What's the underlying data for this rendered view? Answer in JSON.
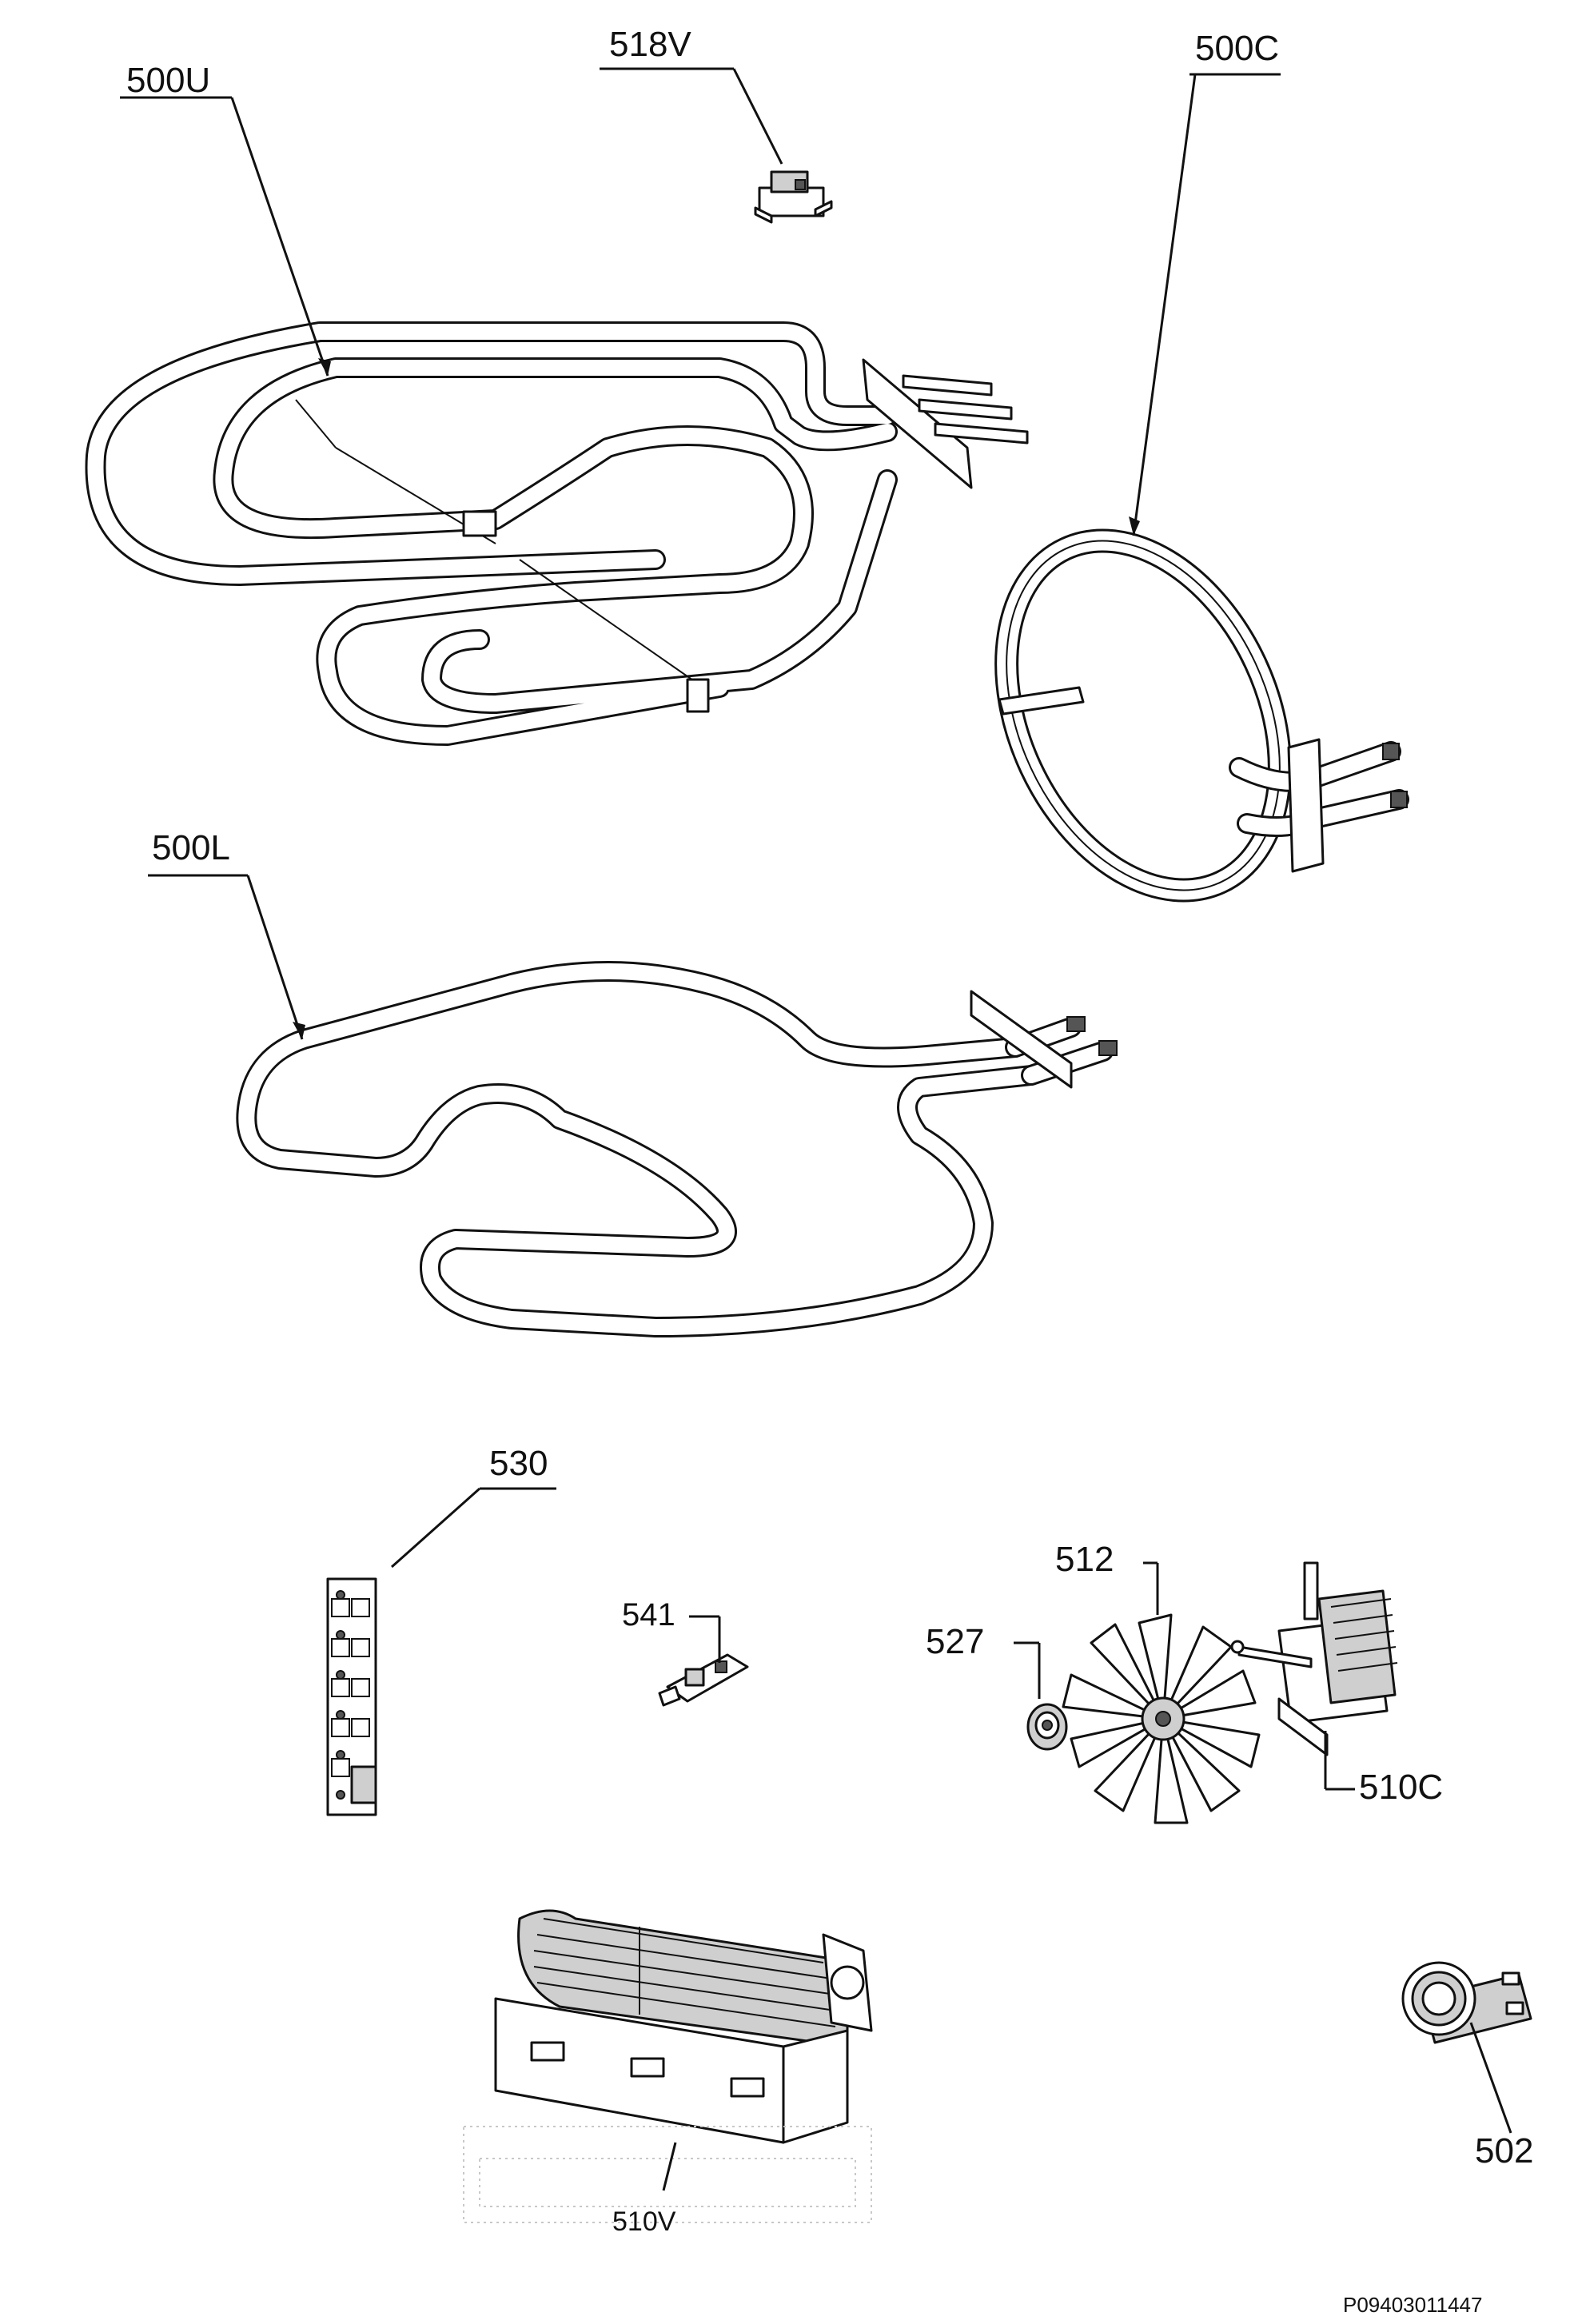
{
  "labels": {
    "element_500U": "500U",
    "thermostat_518V": "518V",
    "element_500C": "500C",
    "element_500L": "500L",
    "terminal_block_530": "530",
    "part_541": "541",
    "fan_512": "512",
    "nut_527": "527",
    "motor_510C": "510C",
    "fan_motor_510V": "510V",
    "lamp_502": "502"
  },
  "drawing_ref": "P09403011447"
}
